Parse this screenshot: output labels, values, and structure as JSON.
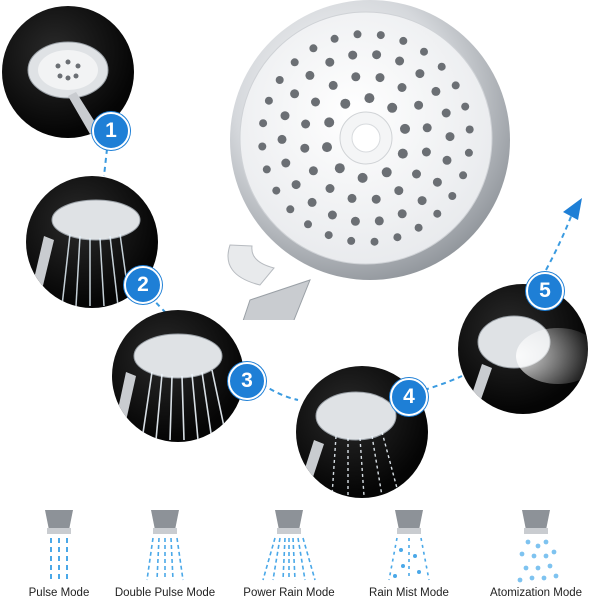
{
  "steps": [
    {
      "number": "1"
    },
    {
      "number": "2"
    },
    {
      "number": "3"
    },
    {
      "number": "4"
    },
    {
      "number": "5"
    }
  ],
  "modes": [
    {
      "label": "Pulse Mode",
      "icon": "pulse-spray-icon"
    },
    {
      "label": "Double Pulse Mode",
      "icon": "double-pulse-spray-icon"
    },
    {
      "label": "Power Rain Mode",
      "icon": "power-rain-spray-icon"
    },
    {
      "label": "Rain Mist Mode",
      "icon": "rain-mist-spray-icon"
    },
    {
      "label": "Atomization Mode",
      "icon": "atomization-spray-icon"
    }
  ],
  "colors": {
    "badge": "#1e7fd6",
    "path": "#3b9be0",
    "water": "#4aa8e8",
    "chrome": "#c9ccd0"
  }
}
